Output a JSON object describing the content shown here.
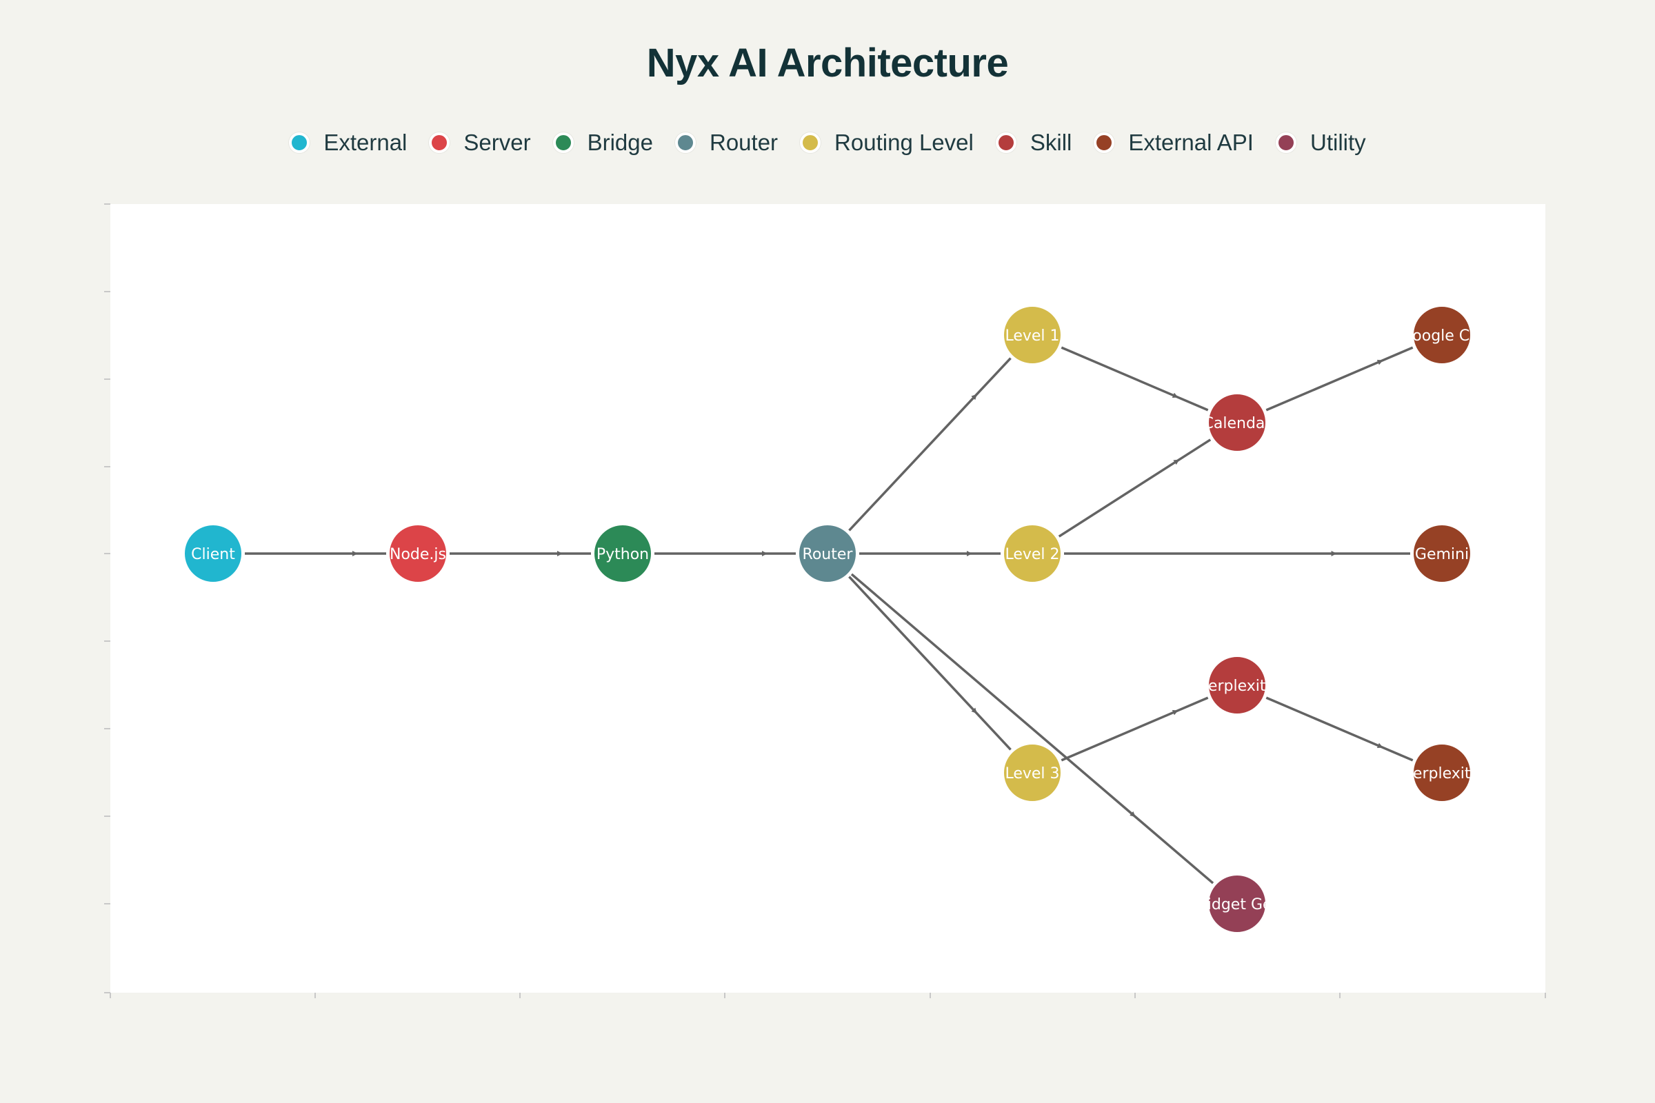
{
  "title": "Nyx AI Architecture",
  "legend": [
    {
      "label": "External",
      "color": "#21b6cf"
    },
    {
      "label": "Server",
      "color": "#dc4448"
    },
    {
      "label": "Bridge",
      "color": "#2c8a57"
    },
    {
      "label": "Router",
      "color": "#5e8890"
    },
    {
      "label": "Routing Level",
      "color": "#d4bb4b"
    },
    {
      "label": "Skill",
      "color": "#b43d3d"
    },
    {
      "label": "External API",
      "color": "#964125"
    },
    {
      "label": "Utility",
      "color": "#944056"
    }
  ],
  "nodes": [
    {
      "id": "client",
      "label": "Client",
      "type": "External"
    },
    {
      "id": "nodejs",
      "label": "Node.js",
      "type": "Server"
    },
    {
      "id": "python",
      "label": "Python",
      "type": "Bridge"
    },
    {
      "id": "router",
      "label": "Router",
      "type": "Router"
    },
    {
      "id": "level1",
      "label": "Level 1",
      "type": "Routing Level"
    },
    {
      "id": "level2",
      "label": "Level 2",
      "type": "Routing Level"
    },
    {
      "id": "level3",
      "label": "Level 3",
      "type": "Routing Level"
    },
    {
      "id": "calendar",
      "label": "Calendar",
      "type": "Skill"
    },
    {
      "id": "perplexity_skill",
      "label": "Perplexity",
      "type": "Skill"
    },
    {
      "id": "widget",
      "label": "Widget Gen",
      "type": "Utility"
    },
    {
      "id": "google",
      "label": "Google Cal",
      "type": "External API"
    },
    {
      "id": "gemini",
      "label": "Gemini",
      "type": "External API"
    },
    {
      "id": "perplexity_api",
      "label": "Perplexity",
      "type": "External API"
    }
  ],
  "edges": [
    {
      "from": "client",
      "to": "nodejs"
    },
    {
      "from": "nodejs",
      "to": "python"
    },
    {
      "from": "python",
      "to": "router"
    },
    {
      "from": "router",
      "to": "level1"
    },
    {
      "from": "router",
      "to": "level2"
    },
    {
      "from": "router",
      "to": "level3"
    },
    {
      "from": "router",
      "to": "widget"
    },
    {
      "from": "level1",
      "to": "calendar"
    },
    {
      "from": "level2",
      "to": "calendar"
    },
    {
      "from": "level2",
      "to": "gemini"
    },
    {
      "from": "level3",
      "to": "perplexity_skill"
    },
    {
      "from": "calendar",
      "to": "google"
    },
    {
      "from": "perplexity_skill",
      "to": "perplexity_api"
    }
  ]
}
